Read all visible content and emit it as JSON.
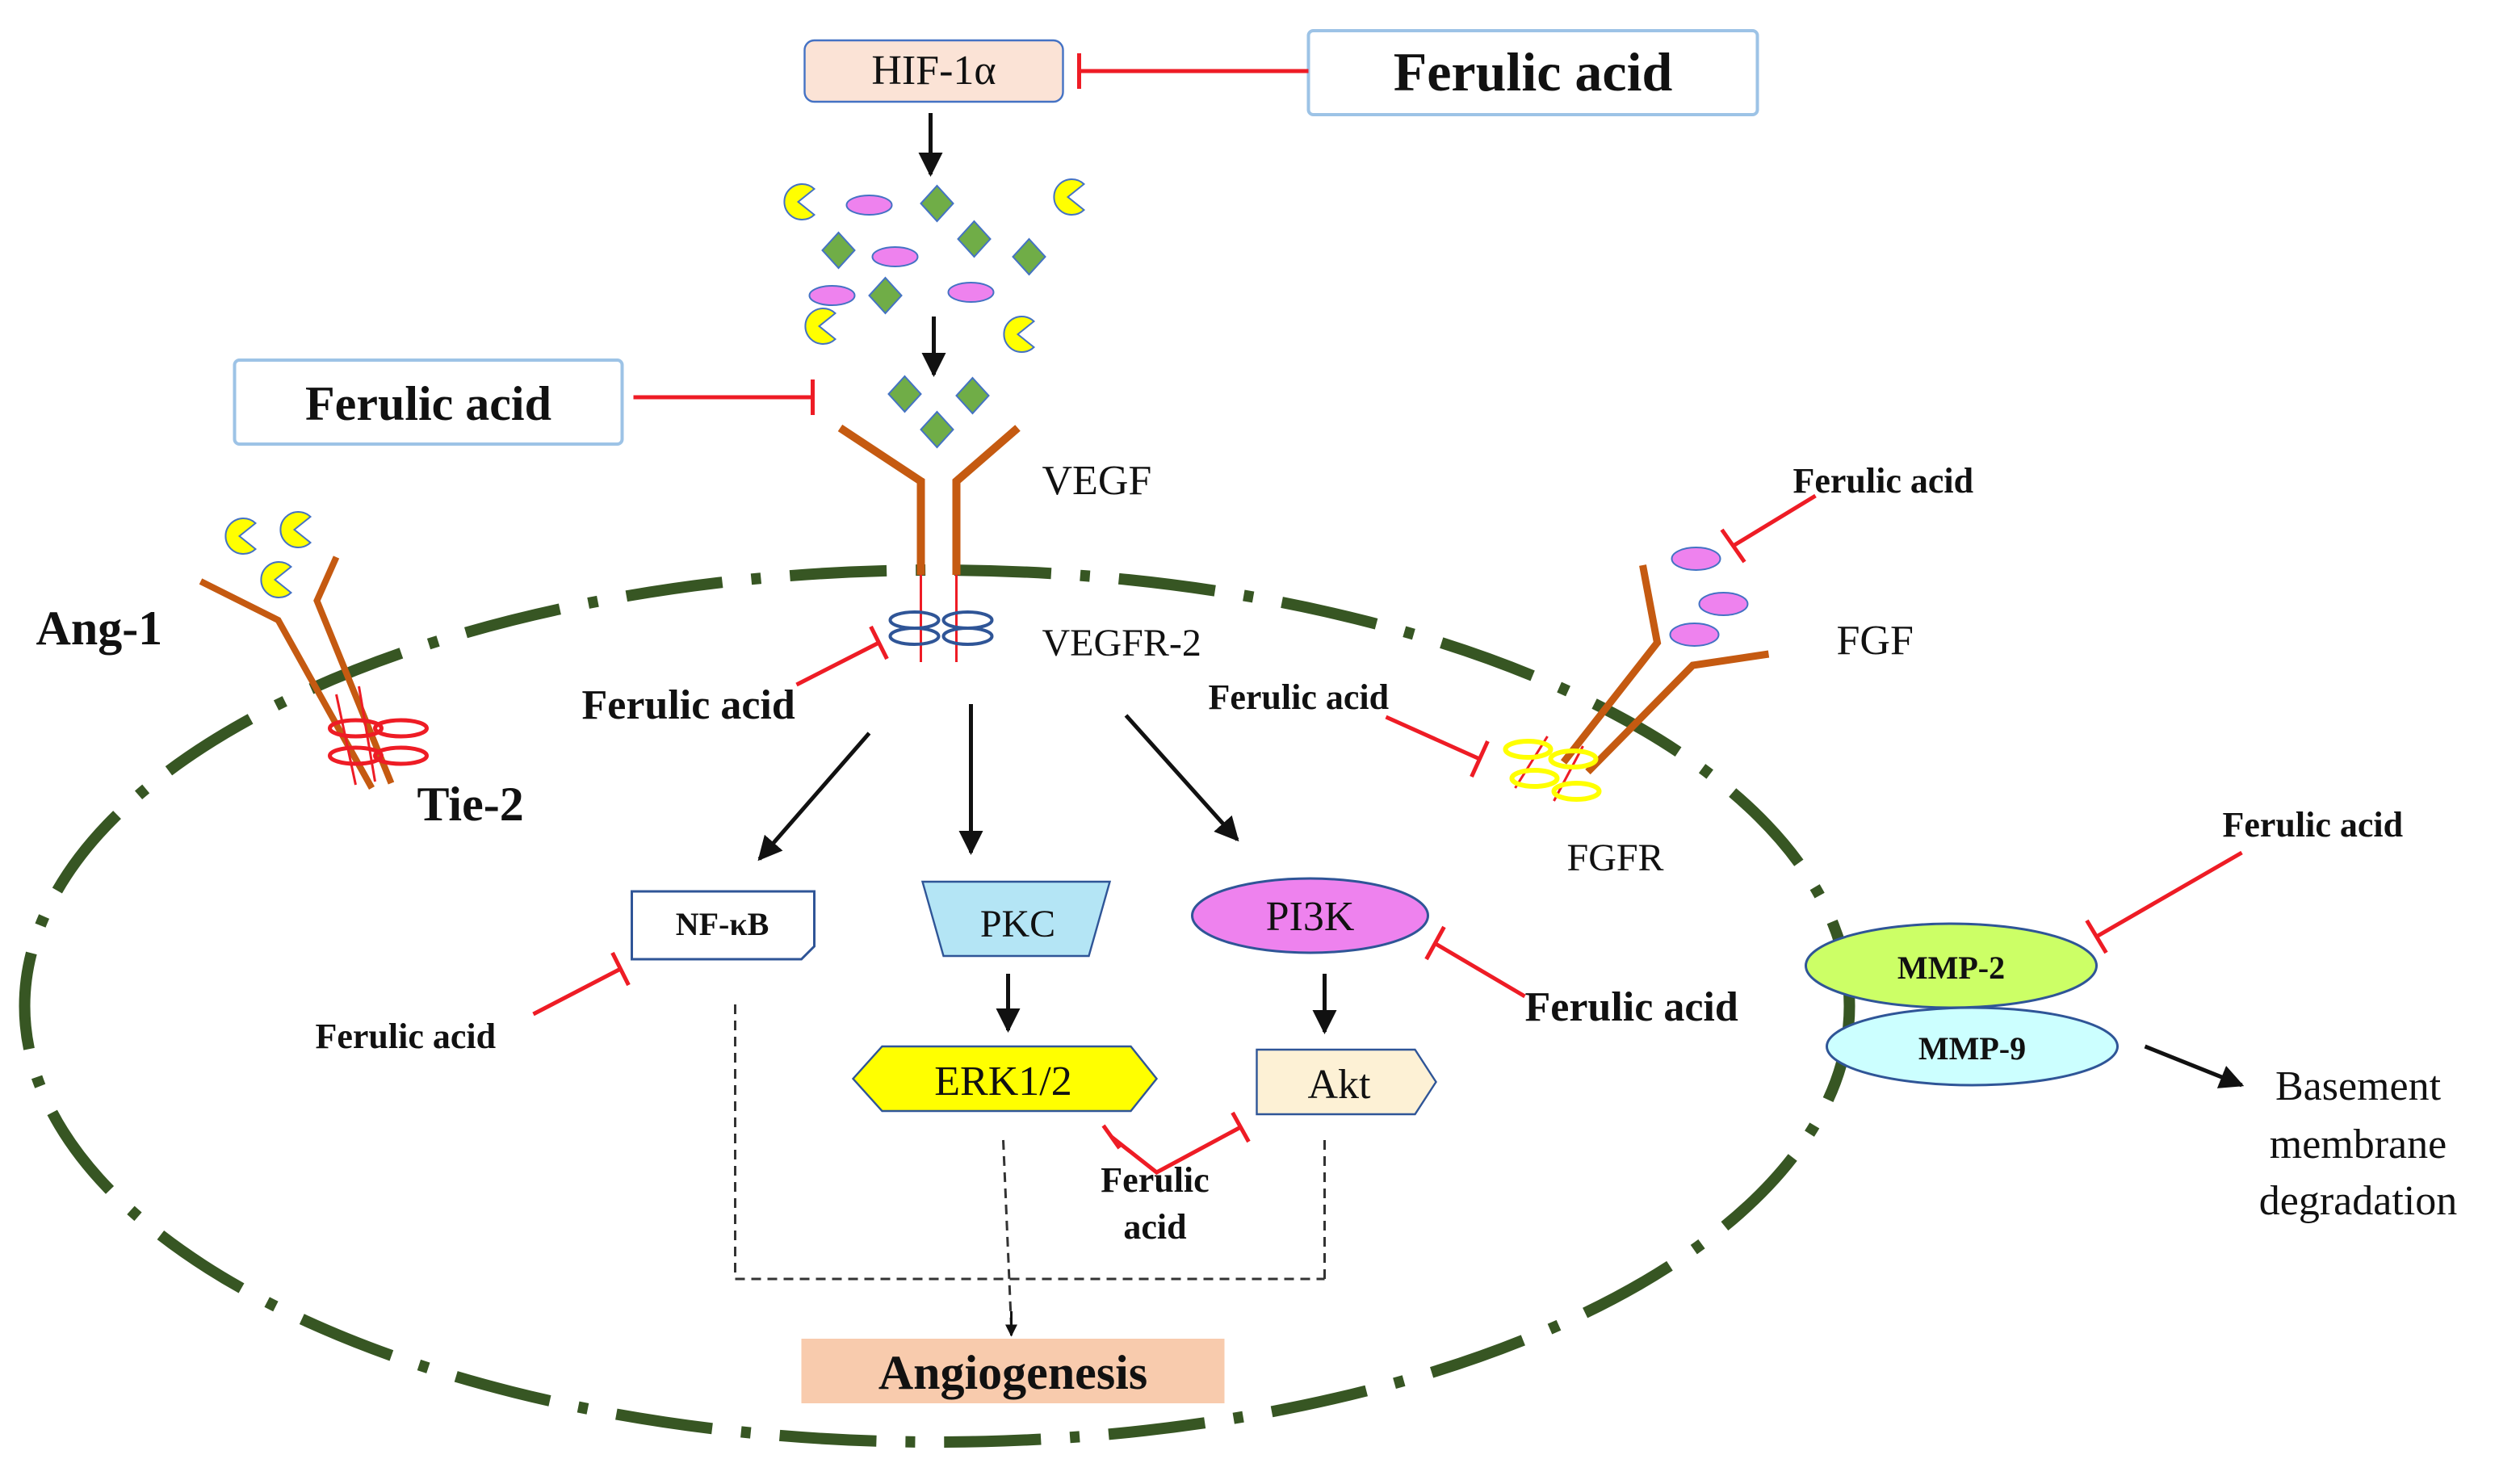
{
  "labels": {
    "hif": "HIF-1α",
    "ferulic_acid": "Ferulic acid",
    "ferulic_acid_split_1": "Ferulic",
    "ferulic_acid_split_2": "acid",
    "vegf": "VEGF",
    "vegfr2": "VEGFR-2",
    "ang1": "Ang-1",
    "tie2": "Tie-2",
    "fgf": "FGF",
    "fgfr": "FGFR",
    "nfkb": "NF-κB",
    "pkc": "PKC",
    "pi3k": "PI3K",
    "erk": "ERK1/2",
    "akt": "Akt",
    "mmp2": "MMP-2",
    "mmp9": "MMP-9",
    "basement_1": "Basement",
    "basement_2": "membrane",
    "basement_3": "degradation",
    "angiogenesis": "Angiogenesis"
  },
  "colors": {
    "membrane": "#375623",
    "inhibit": "#ee1c25",
    "activate": "#111111",
    "receptor": "#c55a11",
    "hif_box": "#fbe3d6",
    "angio_box": "#f8cbad",
    "pkc_box": "#b4e5f5",
    "pi3k_fill": "#ee82ee",
    "erk_fill": "#ffff00",
    "akt_fill": "#fdf1d5",
    "mmp2_fill": "#ccff66",
    "mmp9_fill": "#ccffff",
    "vegf_diamond": "#70ad47",
    "ligand_oval": "#ee82ee",
    "ang_pacman": "#ffff00"
  }
}
